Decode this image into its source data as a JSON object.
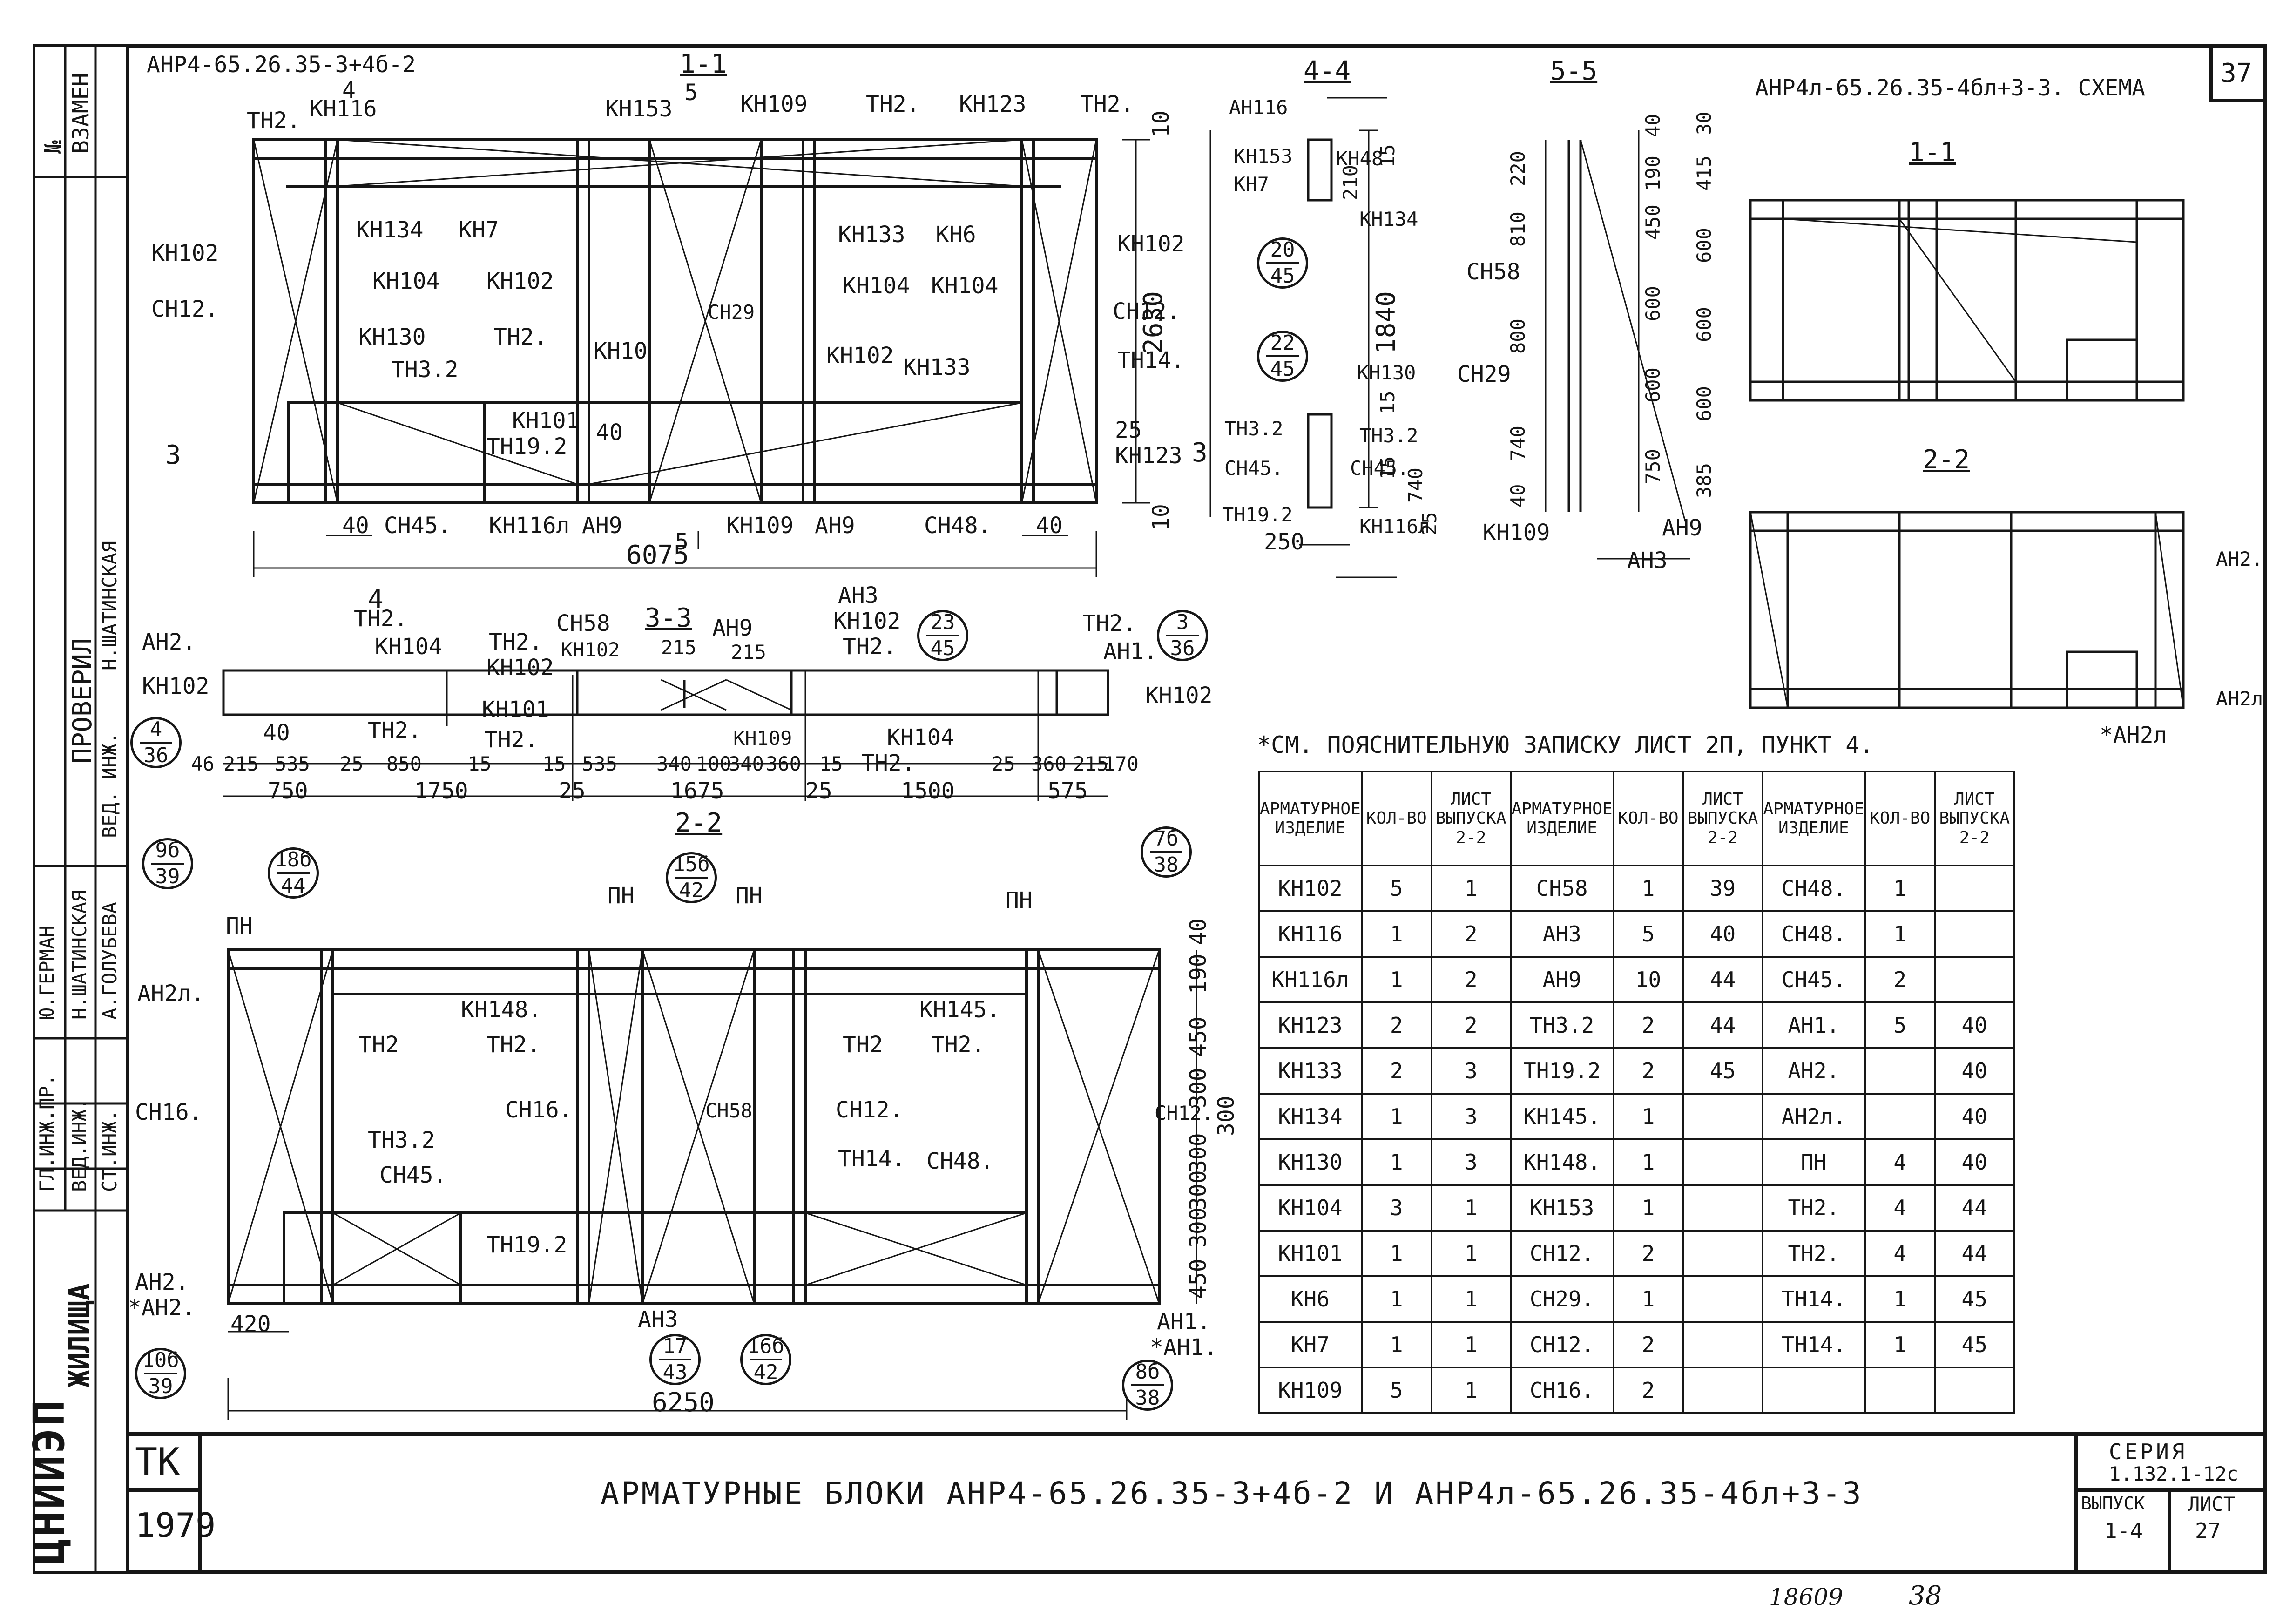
{
  "sheet_corner_number": "37",
  "title_block": {
    "org_label": "ЦНИИЭП",
    "org_sub": "ЖИЛИЩА",
    "tk": "ТК",
    "year": "1979",
    "main_title": "АРМАТУРНЫЕ БЛОКИ АНР4-65.26.35-3+4б-2 И АНР4л-65.26.35-4бл+3-3",
    "series_label": "СЕРИЯ",
    "series_value": "1.132.1-12с",
    "issue_label": "ВЫПУСК",
    "issue_value": "1-4",
    "sheet_label": "ЛИСТ",
    "sheet_value": "27",
    "stamp": "18609",
    "stamp_page": "38"
  },
  "side_stamp": {
    "zamen": "ВЗАМЕН",
    "num": "№",
    "proveril": "ПРОВЕРИЛ",
    "shatinskaya": "Н.ШАТИНСКАЯ",
    "ved_inzh": "ВЕД. ИНЖ.",
    "gl_inzh": "ГЛ.ИНЖ.ПР.",
    "ved_inzh2": "ВЕД.ИНЖ.",
    "st_inzh": "СТ.ИНЖ.",
    "person1": "Ю.ГЕРМАН",
    "person2": "Н.ШАТИНСКАЯ",
    "person3": "А.ГОЛУБЕВА"
  },
  "note": "*СМ. ПОЯСНИТЕЛЬНУЮ ЗАПИСКУ ЛИСТ 2П, ПУНКТ 4.",
  "views": {
    "block1_title": "АНР4-65.26.35-3+4б-2",
    "block2_title": "АНР4л-65.26.35-4бл+3-3. СХЕМА",
    "sec_1_1": "1-1",
    "sec_2_2": "2-2",
    "sec_3_3": "3-3",
    "sec_4_4": "4-4",
    "sec_5_5": "5-5"
  },
  "labels_top": [
    "ТН2.",
    "КН116",
    "КН153",
    "КН109",
    "ТН2.",
    "КН123",
    "ТН2.",
    "КН102",
    "СН12.",
    "КН134",
    "КН7",
    "КН104",
    "КН102",
    "КН130",
    "ТН2.",
    "ТН3.2",
    "КН101",
    "ТН19.2",
    "СН29",
    "КН133",
    "КН6",
    "КН104",
    "КН104",
    "КН102",
    "КН133",
    "СН12.",
    "ТН14.",
    "КН123",
    "КН10",
    "СН45.",
    "КН116л",
    "АН9",
    "КН109",
    "АН9",
    "СН48.",
    "КН102"
  ],
  "dims_top": [
    "40",
    "40",
    "6075",
    "2630",
    "25",
    "10",
    "10",
    "40",
    "3",
    "3",
    "4",
    "4",
    "5",
    "5"
  ],
  "labels_plan": [
    "АН2.",
    "КН102",
    "ТН2.",
    "КН104",
    "ТН2.",
    "СН58",
    "ТН2.",
    "КН102",
    "КН102",
    "КН101",
    "ТН2.",
    "АН9",
    "АН3",
    "КН102",
    "ТН2.",
    "КН109",
    "КН104",
    "ТН2.",
    "ТН2.",
    "АН1.",
    "КН102"
  ],
  "dims_plan_top": [
    "46",
    "215",
    "535",
    "25",
    "850",
    "15",
    "15",
    "535",
    "340",
    "100",
    "340",
    "360",
    "15",
    "25",
    "360",
    "215",
    "170",
    "40",
    "215",
    "215"
  ],
  "dims_plan_bottom": [
    "750",
    "1750",
    "25",
    "1675",
    "25",
    "1500",
    "575"
  ],
  "labels_bottom": [
    "ПН",
    "ПН",
    "ПН",
    "ПН",
    "АН2л.",
    "КН148.",
    "КН145.",
    "ТН2",
    "ТН2.",
    "ТН2",
    "ТН2.",
    "СН16.",
    "СН16.",
    "СН58",
    "СН12.",
    "СН12.",
    "ТН3.2",
    "СН45.",
    "ТН14.",
    "СН48.",
    "ТН19.2",
    "АН2.",
    "*АН2.",
    "АН3",
    "АН1.",
    "*АН1."
  ],
  "dims_bottom": [
    "40",
    "190",
    "450",
    "300",
    "300",
    "300",
    "300",
    "300",
    "450",
    "420",
    "6250"
  ],
  "dims_45": [
    "40",
    "30",
    "190",
    "415",
    "450",
    "600",
    "600",
    "600",
    "600",
    "600",
    "750",
    "385",
    "220",
    "810",
    "800",
    "740",
    "40",
    "1840"
  ],
  "labels_45": [
    "АН116",
    "КН153",
    "КН7",
    "КН48",
    "КН134",
    "КН130",
    "ТН3.2",
    "ТН3.2",
    "СН45.",
    "СН45.",
    "ТН19.2",
    "КН116л",
    "СН58",
    "СН29",
    "КН109",
    "АН9",
    "АН3",
    "АН2.",
    "АН2л",
    "*АН2л"
  ],
  "dims_44": [
    "210",
    "15",
    "740",
    "15",
    "250",
    "25",
    "15"
  ],
  "circles": [
    {
      "top": "4",
      "bottom": "36"
    },
    {
      "top": "20",
      "bottom": "45"
    },
    {
      "top": "22",
      "bottom": "45"
    },
    {
      "top": "23",
      "bottom": "45"
    },
    {
      "top": "3",
      "bottom": "36"
    },
    {
      "top": "9б",
      "bottom": "39"
    },
    {
      "top": "18б",
      "bottom": "44"
    },
    {
      "top": "15б",
      "bottom": "42"
    },
    {
      "top": "7б",
      "bottom": "38"
    },
    {
      "top": "10б",
      "bottom": "39"
    },
    {
      "top": "17",
      "bottom": "43"
    },
    {
      "top": "16б",
      "bottom": "42"
    },
    {
      "top": "8б",
      "bottom": "38"
    }
  ],
  "spec_table": {
    "headers": [
      "АРМАТУРНОЕ ИЗДЕЛИЕ",
      "КОЛ-ВО",
      "ЛИСТ ВЫПУСКА 2-2",
      "АРМАТУРНОЕ ИЗДЕЛИЕ",
      "КОЛ-ВО",
      "ЛИСТ ВЫПУСКА 2-2",
      "АРМАТУРНОЕ ИЗДЕЛИЕ",
      "КОЛ-ВО",
      "ЛИСТ ВЫПУСКА 2-2"
    ],
    "rows": [
      [
        "КН102",
        "5",
        "1",
        "СН58",
        "1",
        "39",
        "СН48.",
        "1",
        ""
      ],
      [
        "КН116",
        "1",
        "2",
        "АН3",
        "5",
        "40",
        "СН48.",
        "1",
        ""
      ],
      [
        "КН116л",
        "1",
        "2",
        "АН9",
        "10",
        "44",
        "СН45.",
        "2",
        ""
      ],
      [
        "КН123",
        "2",
        "2",
        "ТН3.2",
        "2",
        "44",
        "АН1.",
        "5",
        "40"
      ],
      [
        "КН133",
        "2",
        "3",
        "ТН19.2",
        "2",
        "45",
        "АН2.",
        "",
        "40"
      ],
      [
        "КН134",
        "1",
        "3",
        "КН145.",
        "1",
        "",
        "АН2л.",
        "",
        "40"
      ],
      [
        "КН130",
        "1",
        "3",
        "КН148.",
        "1",
        "",
        "ПН",
        "4",
        "40"
      ],
      [
        "КН104",
        "3",
        "1",
        "КН153",
        "1",
        "",
        "ТН2.",
        "4",
        "44"
      ],
      [
        "КН101",
        "1",
        "1",
        "СН12.",
        "2",
        "",
        "ТН2.",
        "4",
        "44"
      ],
      [
        "КН6",
        "1",
        "1",
        "СН29.",
        "1",
        "",
        "ТН14.",
        "1",
        "45"
      ],
      [
        "КН7",
        "1",
        "1",
        "СН12.",
        "2",
        "",
        "ТН14.",
        "1",
        "45"
      ],
      [
        "КН109",
        "5",
        "1",
        "СН16.",
        "2",
        "",
        "",
        "",
        ""
      ]
    ]
  }
}
